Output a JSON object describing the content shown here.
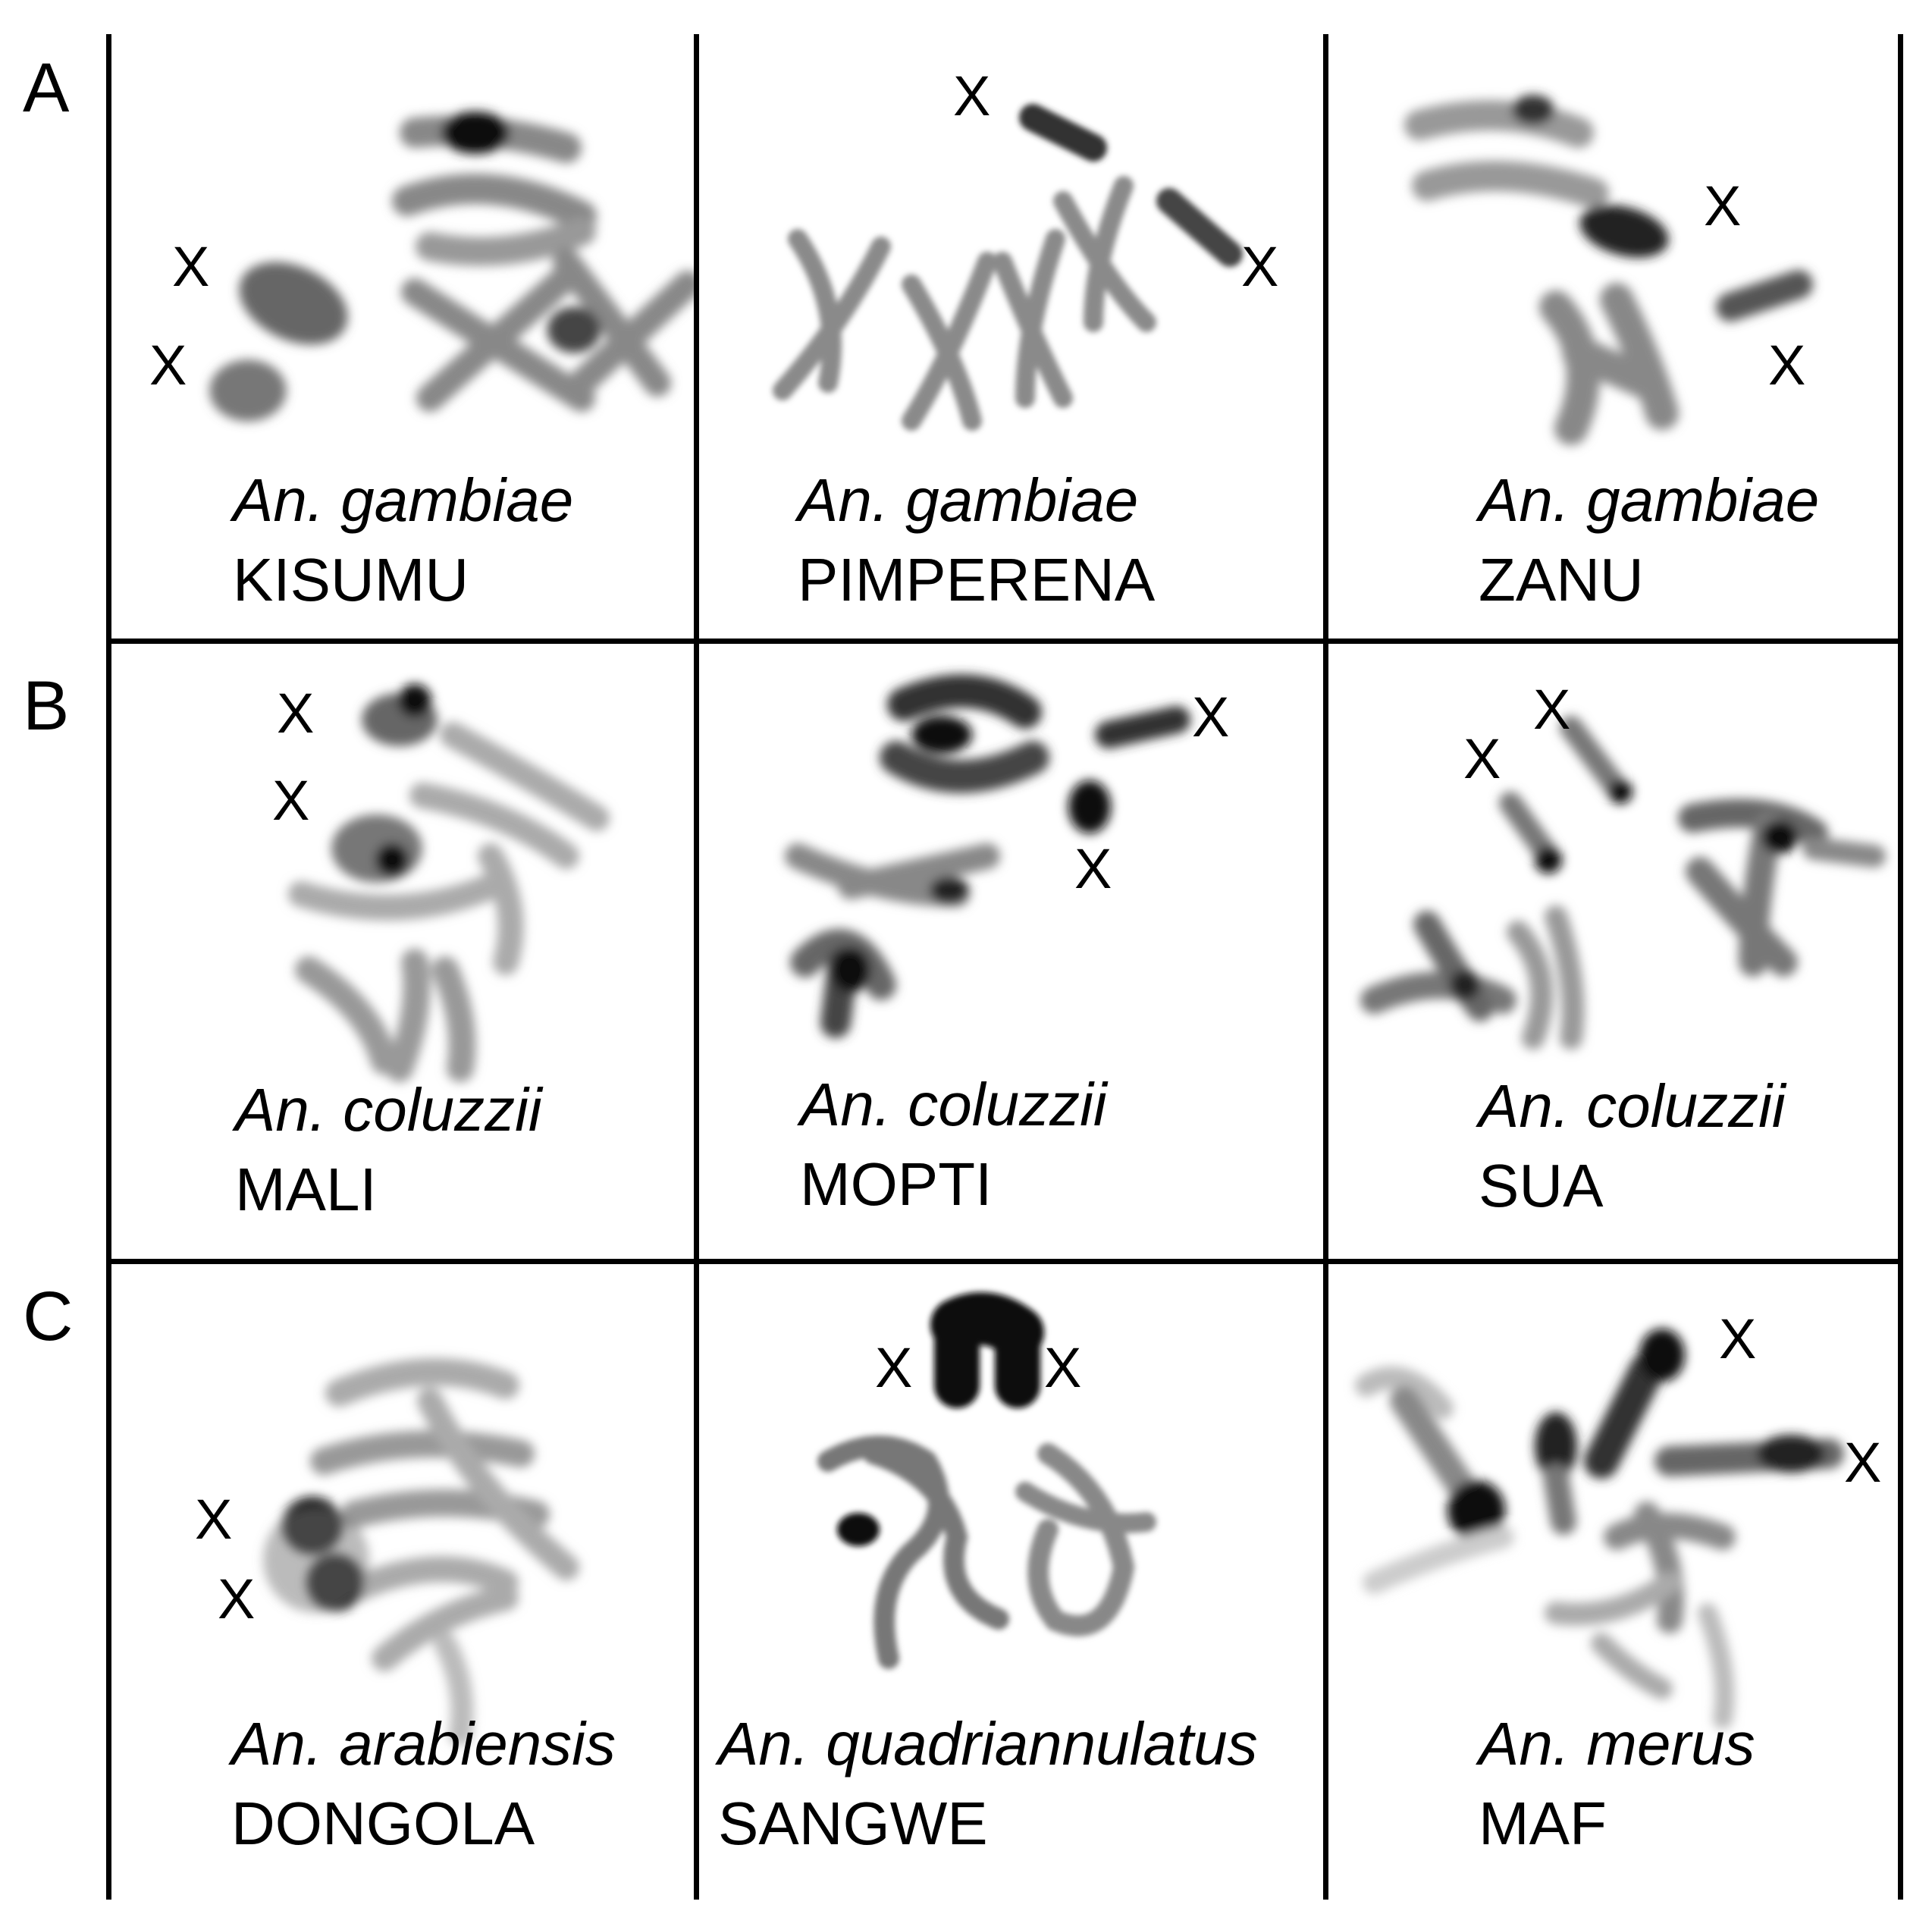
{
  "rows": [
    {
      "letter": "A",
      "panels": [
        {
          "species": "An. gambiae",
          "strain": "KISUMU",
          "x_marker": "X"
        },
        {
          "species": "An. gambiae",
          "strain": "PIMPERENA",
          "x_marker": "X"
        },
        {
          "species": "An. gambiae",
          "strain": "ZANU",
          "x_marker": "X"
        }
      ]
    },
    {
      "letter": "B",
      "panels": [
        {
          "species": "An. coluzzii",
          "strain": "MALI",
          "x_marker": "X"
        },
        {
          "species": "An. coluzzii",
          "strain": "MOPTI",
          "x_marker": "X"
        },
        {
          "species": "An. coluzzii",
          "strain": "SUA",
          "x_marker": "X"
        }
      ]
    },
    {
      "letter": "C",
      "panels": [
        {
          "species": "An. arabiensis",
          "strain": "DONGOLA",
          "x_marker": "X"
        },
        {
          "species": "An. quadriannulatus",
          "strain": "SANGWE",
          "x_marker": "X"
        },
        {
          "species": "An. merus",
          "strain": "MAF",
          "x_marker": "X"
        }
      ]
    }
  ]
}
